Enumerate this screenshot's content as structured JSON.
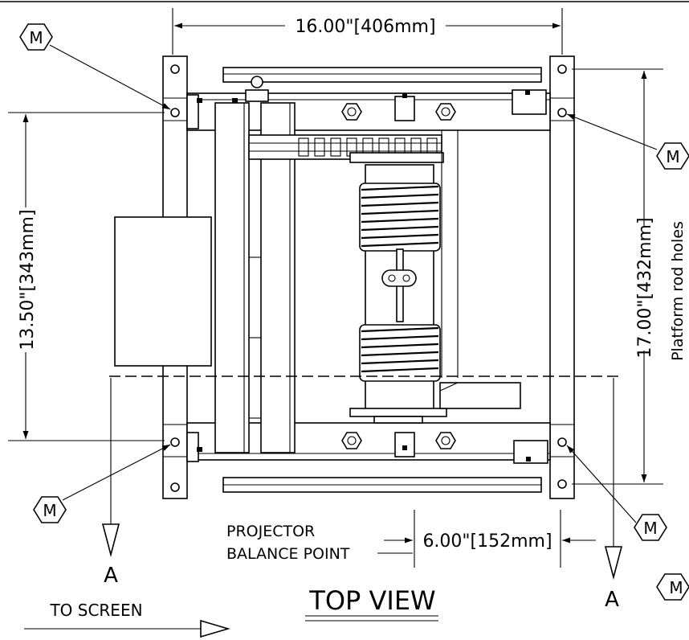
{
  "drawing": {
    "view_title": "TOP VIEW",
    "direction_label": "TO SCREEN",
    "section_marker": "A",
    "balance_point_line1": "PROJECTOR",
    "balance_point_line2": "BALANCE POINT",
    "dim_top_width": "16.00\"[406mm]",
    "dim_left_height": "13.50\"[343mm]",
    "dim_right_height": "17.00\"[432mm]",
    "dim_balance_offset": "6.00\"[152mm]",
    "platform_rod_label": "Platform rod holes",
    "hole_callout": "M"
  }
}
